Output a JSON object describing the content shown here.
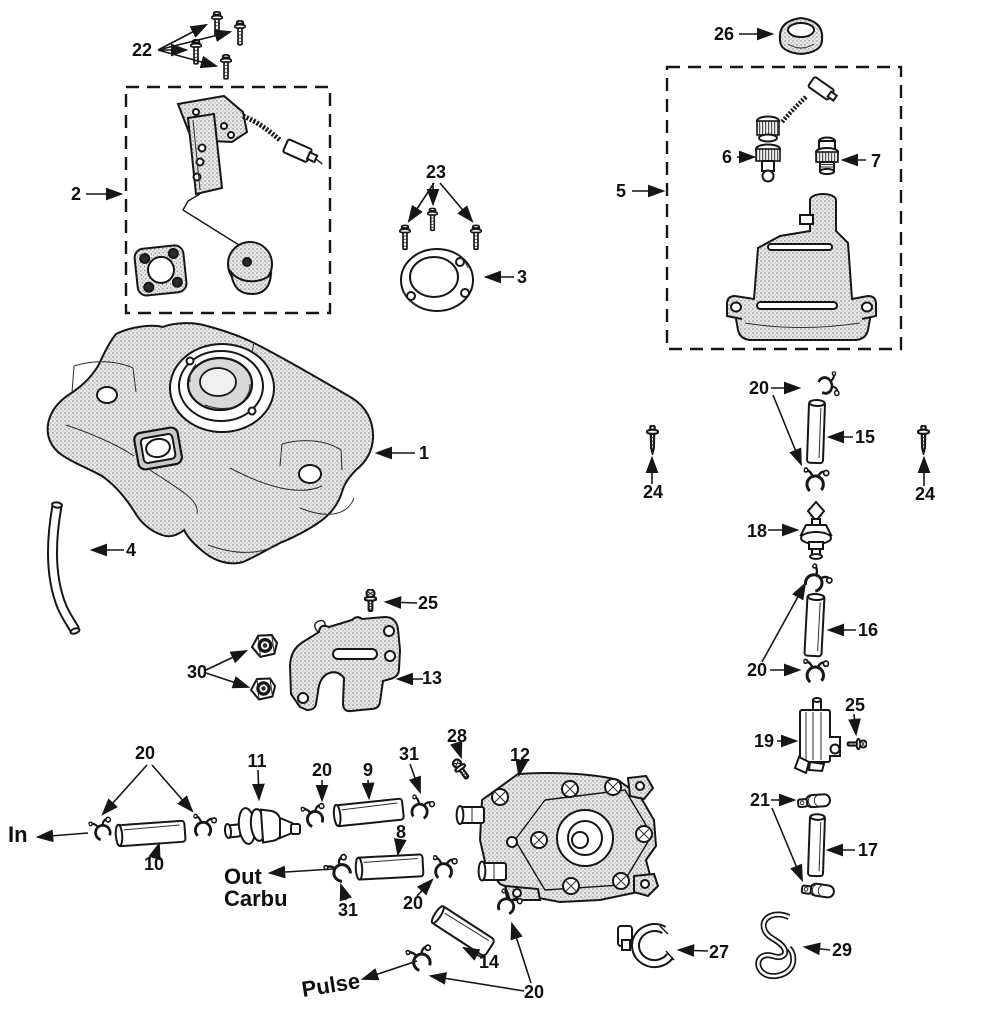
{
  "callouts": {
    "c1": "1",
    "c2": "2",
    "c3": "3",
    "c4": "4",
    "c5": "5",
    "c6": "6",
    "c7": "7",
    "c8": "8",
    "c9": "9",
    "c10": "10",
    "c11": "11",
    "c12": "12",
    "c13": "13",
    "c14": "14",
    "c15": "15",
    "c16": "16",
    "c17": "17",
    "c18": "18",
    "c19": "19",
    "c20": "20",
    "c21": "21",
    "c22": "22",
    "c23": "23",
    "c24": "24",
    "c25": "25",
    "c26": "26",
    "c27": "27",
    "c28": "28",
    "c29": "29",
    "c30": "30",
    "c31": "31"
  },
  "port_labels": {
    "in": "In",
    "out": "Out",
    "carbu": "Carbu",
    "pulse": "Pulse"
  },
  "line_color": "#161616"
}
